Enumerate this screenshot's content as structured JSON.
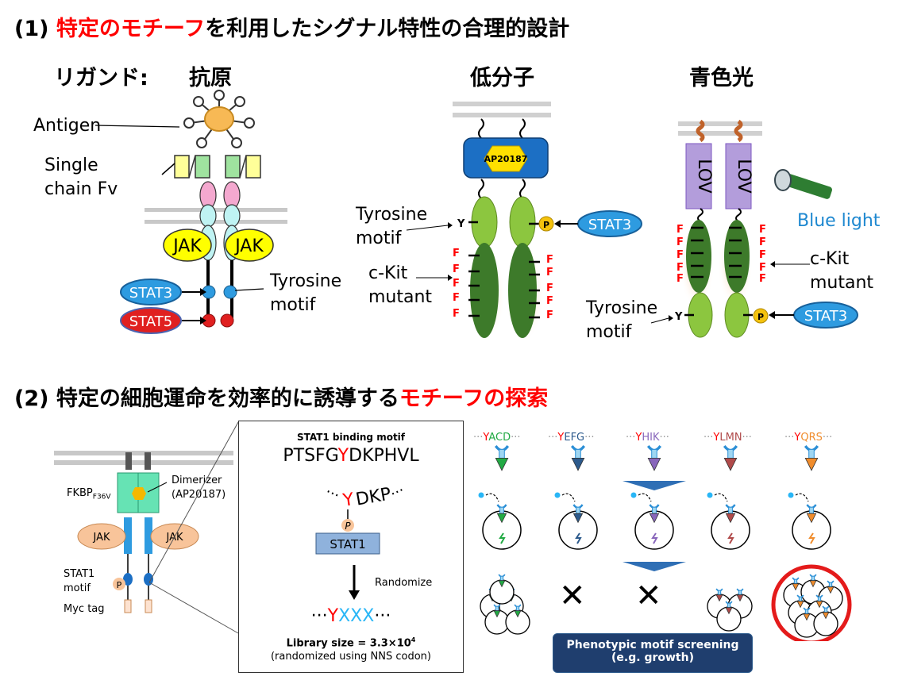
{
  "section1": {
    "prefix": "(1) ",
    "highlight": "特定のモチーフ",
    "rest": "を利用したシグナル特性の合理的設計"
  },
  "section2": {
    "prefix": "(2) 特定の細胞運命を効率的に誘導する",
    "highlight": "モチーフの探索"
  },
  "ligand_label": "リガンド:",
  "panel_antigen": {
    "title": "抗原",
    "antigen": "Antigen",
    "scfv_line1": "Single",
    "scfv_line2": "chain Fv",
    "jak": "JAK",
    "stat3": "STAT3",
    "stat5": "STAT5",
    "tyrosine_line1": "Tyrosine",
    "tyrosine_line2": "motif"
  },
  "panel_small": {
    "title": "低分子",
    "drug": "AP20187",
    "tyrosine_line1": "Tyrosine",
    "tyrosine_line2": "motif",
    "ckit_line1": "c-Kit",
    "ckit_line2": "mutant",
    "stat3": "STAT3",
    "y": "Y",
    "p": "P",
    "f": "F"
  },
  "panel_light": {
    "title": "青色光",
    "lov": "LOV",
    "blue_light": "Blue light",
    "ckit_line1": "c-Kit",
    "ckit_line2": "mutant",
    "tyrosine_line1": "Tyrosine",
    "tyrosine_line2": "motif",
    "stat3": "STAT3",
    "y": "Y",
    "p": "P",
    "f": "F"
  },
  "panel_receptor": {
    "fkbp": "FKBP",
    "fkbp_sub": "F36V",
    "dimerizer_line1": "Dimerizer",
    "dimerizer_line2": "(AP20187)",
    "jak": "JAK",
    "stat1_line1": "STAT1",
    "stat1_line2": "motif",
    "p": "P",
    "myc": "Myc tag"
  },
  "panel_library": {
    "title": "STAT1 binding motif",
    "seq_a": "PTSFG",
    "seq_y": "Y",
    "seq_b": "DKPHVL",
    "motif_y": "Y",
    "motif_rest": "DKP",
    "dots": "···",
    "p": "P",
    "stat1": "STAT1",
    "randomize": "Randomize",
    "rand_pre": "···",
    "rand_y": "Y",
    "rand_x": "XXX",
    "rand_post": "···",
    "size_pre": "Library size = 3.3×10",
    "size_exp": "4",
    "codon": "(randomized using NNS codon)"
  },
  "screening": {
    "motifs": [
      {
        "pre": "···",
        "y": "Y",
        "rest": "ACD",
        "post": "···",
        "color": "#22aa44"
      },
      {
        "pre": "···",
        "y": "Y",
        "rest": "EFG",
        "post": "···",
        "color": "#2c5a8c"
      },
      {
        "pre": "···",
        "y": "Y",
        "rest": "HIK",
        "post": "···",
        "color": "#8866bb"
      },
      {
        "pre": "···",
        "y": "Y",
        "rest": "LMN",
        "post": "···",
        "color": "#b04a4a"
      },
      {
        "pre": "···",
        "y": "Y",
        "rest": "QRS",
        "post": "···",
        "color": "#f08c2c"
      }
    ],
    "cross": "✕",
    "box_line1": "Phenotypic motif screening",
    "box_line2": "(e.g. growth)"
  },
  "colors": {
    "red": "#ff0000",
    "jak_yellow": "#ffff00",
    "stat_blue": "#2e9be0",
    "stat5_red": "#e02020",
    "lov_purple": "#b39ddb",
    "ckit_green": "#3d7a2a",
    "motif_green": "#8cc63f",
    "drug_blue": "#1c6fc4",
    "screen_box": "#1f3e6e"
  }
}
